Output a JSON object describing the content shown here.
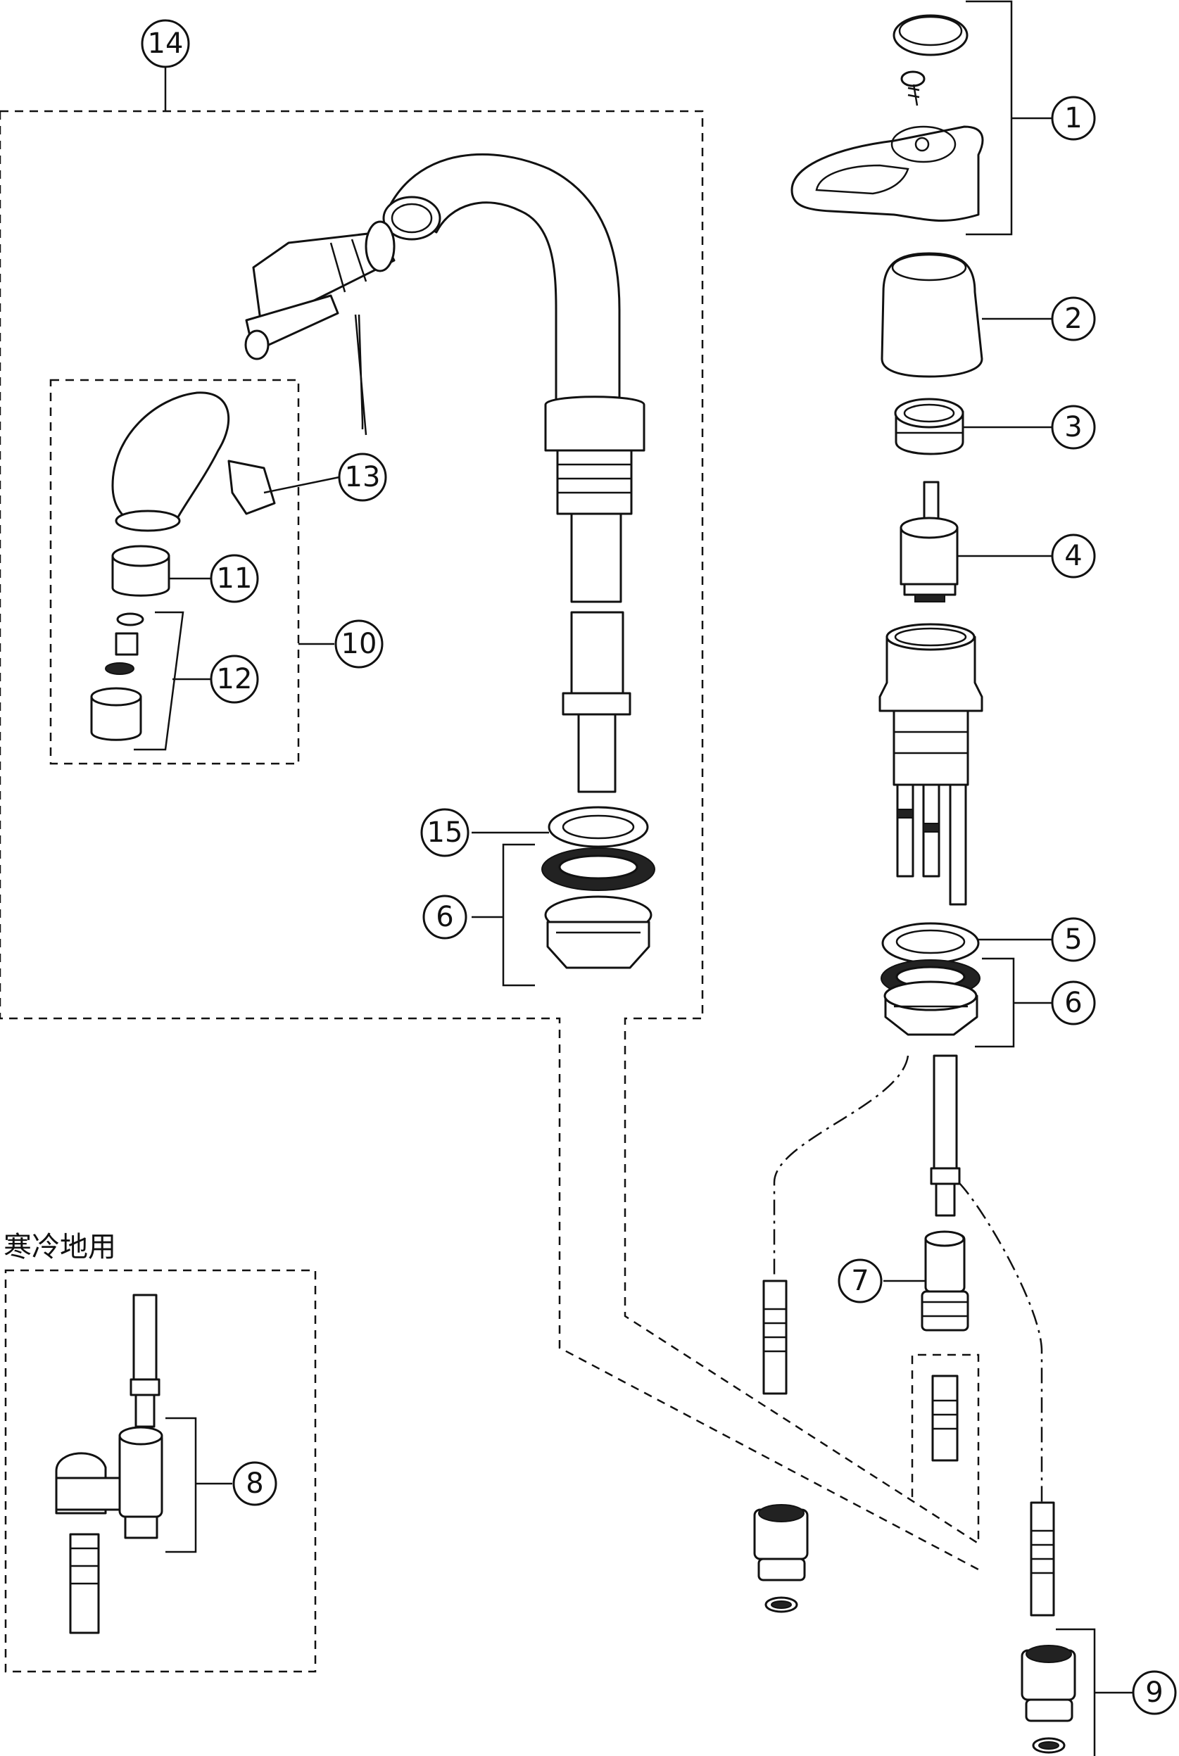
{
  "caption": {
    "cold_region": "寒冷地用"
  },
  "callouts": {
    "c1": "1",
    "c2": "2",
    "c3": "3",
    "c4": "4",
    "c5": "5",
    "c6_left": "6",
    "c6_right": "6",
    "c7": "7",
    "c8": "8",
    "c9": "9",
    "c10": "10",
    "c11": "11",
    "c12": "12",
    "c13": "13",
    "c14": "14",
    "c15": "15"
  }
}
